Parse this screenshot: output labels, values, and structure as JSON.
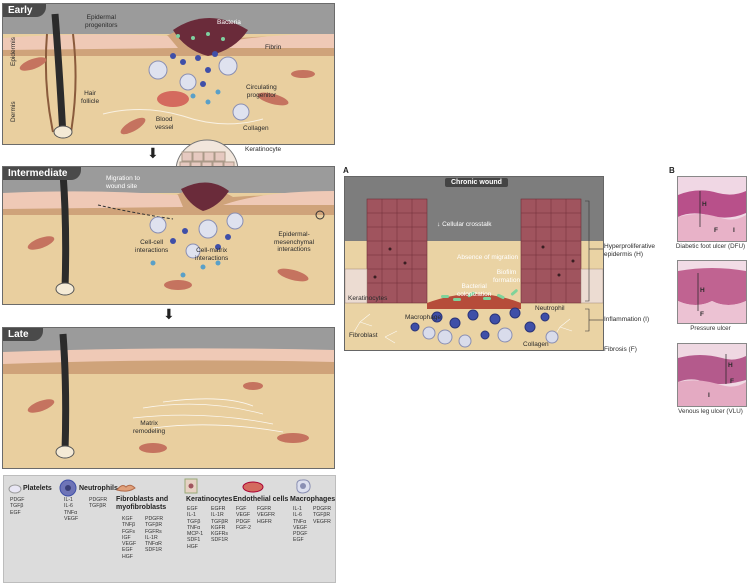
{
  "stages": {
    "early": {
      "title": "Early",
      "labels": {
        "epidermal_progenitors": "Epidermal\nprogenitors",
        "bacteria": "Bacteria",
        "fibrin": "Fibrin",
        "circulating_progenitor": "Circulating\nprogenitor",
        "hair_follicle": "Hair\nfollicle",
        "blood_vessel": "Blood\nvessel",
        "collagen": "Collagen",
        "epidermis": "Epidermis",
        "dermis": "Dermis"
      }
    },
    "keratinocyte_label": "Keratinocyte",
    "intermediate": {
      "title": "Intermediate",
      "labels": {
        "migration": "Migration to\nwound site",
        "cell_cell": "Cell-cell\ninteractions",
        "cell_matrix": "Cell-matrix\ninteractions",
        "epidermal_mesenchymal": "Epidermal-\nmesenchymal\ninteractions"
      }
    },
    "late": {
      "title": "Late",
      "labels": {
        "matrix_remodeling": "Matrix\nremodeling"
      }
    }
  },
  "legend": {
    "groups": [
      {
        "title": "Platelets",
        "col1": "PDGF\nTGFβ\nEGF",
        "col2": ""
      },
      {
        "title": "Neutrophils",
        "col1": "IL-1\nIL-6\nTNFα\nVEGF",
        "col2": "PDGFR\nTGFβR"
      },
      {
        "title": "Fibroblasts and\nmyofibroblasts",
        "col1": "KGF\nTNFβ\nFGFs\nIGF\nVEGF\nEGF\nHGF",
        "col2": "PDGFR\nTGFβR\nFGFRs\nIL-1R\nTNFαR\nSDF1R"
      },
      {
        "title": "Keratinocytes",
        "col1": "EGF\nIL-1\nTGFβ\nTNFα\nMCP-1\nSDF1\nHGF",
        "col2": "EGFR\nIL-1R\nTGFβR\nKGFR\nKGFRs\nSDF1R"
      },
      {
        "title": "Endothelial cells",
        "col1": "FGF\nVEGF\nPDGF\nFGF-2",
        "col2": "FGFR\nVEGFR\nHGFR"
      },
      {
        "title": "Macrophages",
        "col1": "IL-1\nIL-6\nTNFα\nVEGF\nPDGF\nEGF",
        "col2": "PDGFR\nTGFβR\nVEGFR"
      }
    ]
  },
  "panel_a": {
    "letter": "A",
    "title": "Chronic wound",
    "labels": {
      "cellular_crosstalk": "Cellular crosstalk",
      "absence_of_migration": "Absence of migration",
      "biofilm_formation": "Biofilm\nformation",
      "bacterial_colonization": "Bacterial\ncolonization",
      "keratinocytes": "Keratinocytes",
      "macrophage": "Macrophage",
      "neutrophil": "Neutrophil",
      "fibroblast": "Fibroblast",
      "collagen": "Collagen",
      "hyperproliferative": "Hyperproliferative\nepidermis (H)",
      "inflammation": "Inflammation (I)",
      "fibrosis": "Fibrosis (F)"
    }
  },
  "panel_b": {
    "letter": "B",
    "images": [
      {
        "caption": "Diabetic foot ulcer (DFU)",
        "marks": [
          "H",
          "F",
          "I"
        ]
      },
      {
        "caption": "Pressure ulcer",
        "marks": [
          "H",
          "F"
        ]
      },
      {
        "caption": "Venous leg ulcer (VLU)",
        "marks": [
          "H",
          "F",
          "I"
        ]
      }
    ]
  },
  "colors": {
    "dermis": "#e9cf9f",
    "scab": "#6a2b3a",
    "neutrophil": "#3f4fa8",
    "macrophage": "#c9ccdf",
    "keratinocyte": "#a0545e",
    "stage_tab": "#4a4a4a"
  }
}
